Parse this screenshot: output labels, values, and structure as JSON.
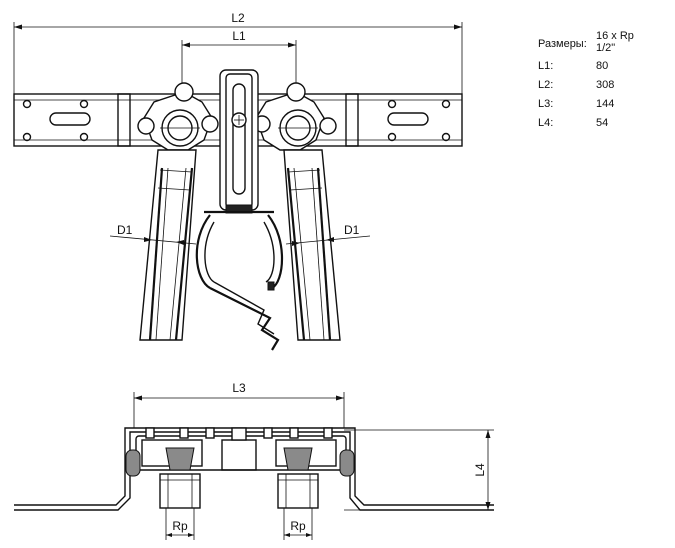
{
  "dimensions": {
    "l1": "L1",
    "l2": "L2",
    "l3": "L3",
    "l4": "L4",
    "d1_left": "D1",
    "d1_right": "D1",
    "rp_left": "Rp",
    "rp_right": "Rp"
  },
  "spec": {
    "title_label": "Размеры:",
    "size_line1": "16 x Rp",
    "size_line2": "1/2\"",
    "rows": [
      {
        "label": "L1:",
        "value": "80"
      },
      {
        "label": "L2:",
        "value": "308"
      },
      {
        "label": "L3:",
        "value": "144"
      },
      {
        "label": "L4:",
        "value": "54"
      }
    ]
  }
}
